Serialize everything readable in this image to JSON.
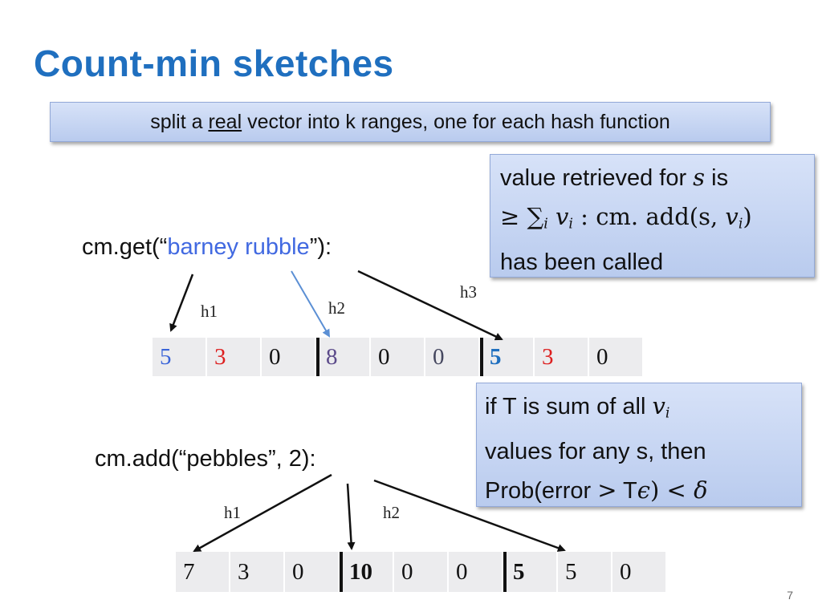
{
  "slide": {
    "title": "Count-min sketches",
    "banner": {
      "pre": "split a ",
      "underlined": "real",
      "post": " vector into k ranges, one for each hash function"
    },
    "callout_1": {
      "line1_pre": "value retrieved for ",
      "line1_var": "s",
      "line1_post": " is",
      "line2_prefix": "≥ ∑",
      "line2_sub_i": "i",
      "line2_v": "v",
      "line2_vsub": "i",
      "line2_colon": " : ",
      "line2_cm": "cm. add(s, ",
      "line2_v2": "v",
      "line2_v2sub": "i",
      "line2_close": ")",
      "line3": "has been called"
    },
    "get_call": {
      "pre": "cm.get(“",
      "arg": "barney rubble",
      "post": "”):"
    },
    "get_hashes": [
      "h1",
      "h2",
      "h3"
    ],
    "get_cells": [
      "5",
      "3",
      "0",
      "8",
      "0",
      "0",
      "5",
      "3",
      "0"
    ],
    "callout_2": {
      "line1_pre": "if T is sum of all ",
      "line1_v": "v",
      "line1_vsub": "i",
      "line2": "values for any s, then",
      "line3_pre": "Prob(error ",
      "line3_gt": ">",
      "line3_mid": " T",
      "line3_eps": "ϵ",
      "line3_close": ")",
      "line3_lt": " < ",
      "line3_delta": "δ"
    },
    "add_call": {
      "text": "cm.add(“pebbles”, 2):"
    },
    "add_hashes": [
      "h1",
      "h2"
    ],
    "add_cells": [
      "7",
      "3",
      "0",
      "10",
      "0",
      "0",
      "5",
      "5",
      "0"
    ],
    "page_number": "7"
  }
}
